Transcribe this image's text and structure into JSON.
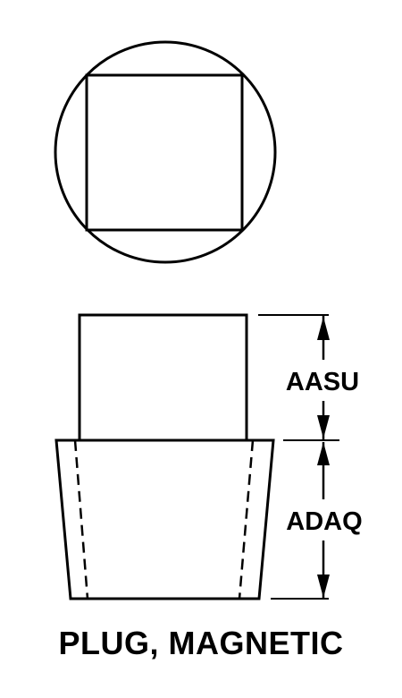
{
  "drawing": {
    "dimensions": {
      "upper": "AASU",
      "lower": "ADAQ"
    },
    "caption": "PLUG, MAGNETIC",
    "line_color": "#000000",
    "background": "#ffffff"
  }
}
